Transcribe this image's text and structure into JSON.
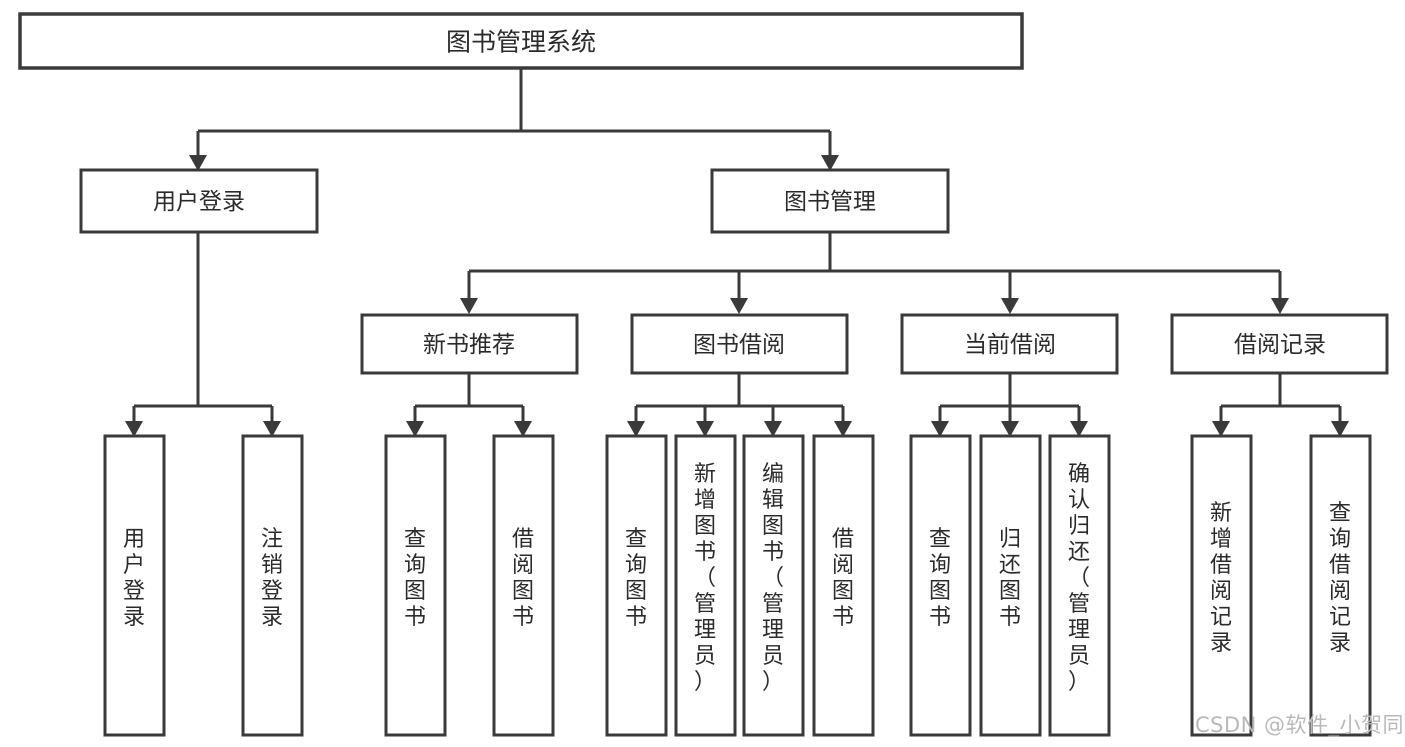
{
  "diagram": {
    "type": "tree-hierarchy-chart",
    "title": "图书管理系统",
    "orientation": "top-down",
    "colors": {
      "box_stroke": "#3a3a3a",
      "box_fill": "#ffffff",
      "text": "#2b2b2b",
      "connector": "#3a3a3a",
      "watermark": "#b9b9b9",
      "background": "#ffffff"
    },
    "levels": {
      "root": {
        "label": "图书管理系统"
      },
      "level2": [
        {
          "label": "用户登录"
        },
        {
          "label": "图书管理"
        }
      ],
      "level3": [
        {
          "label": "新书推荐"
        },
        {
          "label": "图书借阅"
        },
        {
          "label": "当前借阅"
        },
        {
          "label": "借阅记录"
        }
      ],
      "leaves_user_login": [
        {
          "label": "用户登录"
        },
        {
          "label": "注销登录"
        }
      ],
      "leaves_new_book": [
        {
          "label": "查询图书"
        },
        {
          "label": "借阅图书"
        }
      ],
      "leaves_borrow": [
        {
          "label": "查询图书"
        },
        {
          "label": "新增图书（管理员）"
        },
        {
          "label": "编辑图书（管理员）"
        },
        {
          "label": "借阅图书"
        }
      ],
      "leaves_current": [
        {
          "label": "查询图书"
        },
        {
          "label": "归还图书"
        },
        {
          "label": "确认归还（管理员）"
        }
      ],
      "leaves_record": [
        {
          "label": "新增借阅记录"
        },
        {
          "label": "查询借阅记录"
        }
      ]
    }
  },
  "watermark": {
    "text": "CSDN @软件_小贺同学"
  }
}
